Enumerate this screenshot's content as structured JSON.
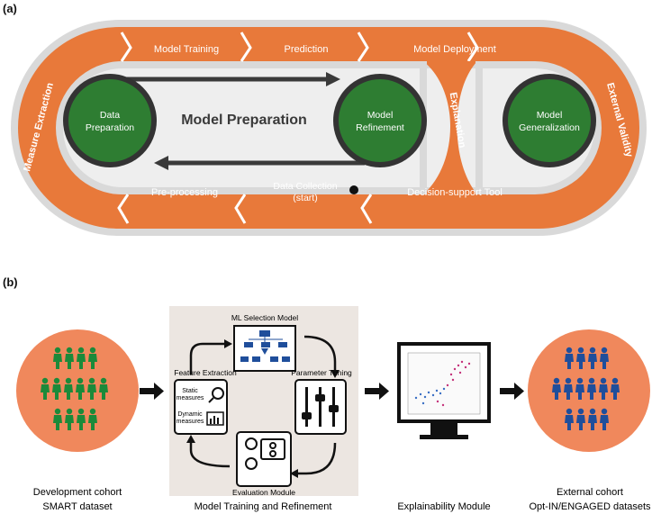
{
  "panel_a": {
    "label": "(a)",
    "center_title": "Model Preparation",
    "circles": {
      "data_preparation": [
        "Data",
        "Preparation"
      ],
      "model_refinement": [
        "Model",
        "Refinement"
      ],
      "model_generalization": [
        "Model",
        "Generalization"
      ]
    },
    "top_arrows": [
      "Model Training",
      "Prediction",
      "Model Deployment"
    ],
    "bottom_arrows": [
      "Pre-processing",
      "Decision-support Tool"
    ],
    "data_collection": [
      "Data Collection",
      "(start)"
    ],
    "side_labels": {
      "left": "Measure Extraction",
      "middle": "Explanation",
      "right": "External Validity"
    },
    "colors": {
      "orange": "#e8793a",
      "grey": "#d9d9d9",
      "green": "#2e7d32",
      "dark": "#3a3a3a"
    }
  },
  "panel_b": {
    "label": "(b)",
    "ml_selection": "ML Selection Model",
    "feature_extraction": "Feature Extraction",
    "parameter_tuning": "Parameter Tuning",
    "evaluation_module": "Evaluation Module",
    "static_measures": [
      "Static",
      "measures"
    ],
    "dynamic_measures": [
      "Dynamic",
      "measures"
    ],
    "captions": {
      "development": [
        "Development cohort",
        "SMART dataset"
      ],
      "training": "Model Training and Refinement",
      "explainability": "Explainability Module",
      "external": [
        "External cohort",
        "Opt-IN/ENGAGED datasets"
      ]
    }
  }
}
